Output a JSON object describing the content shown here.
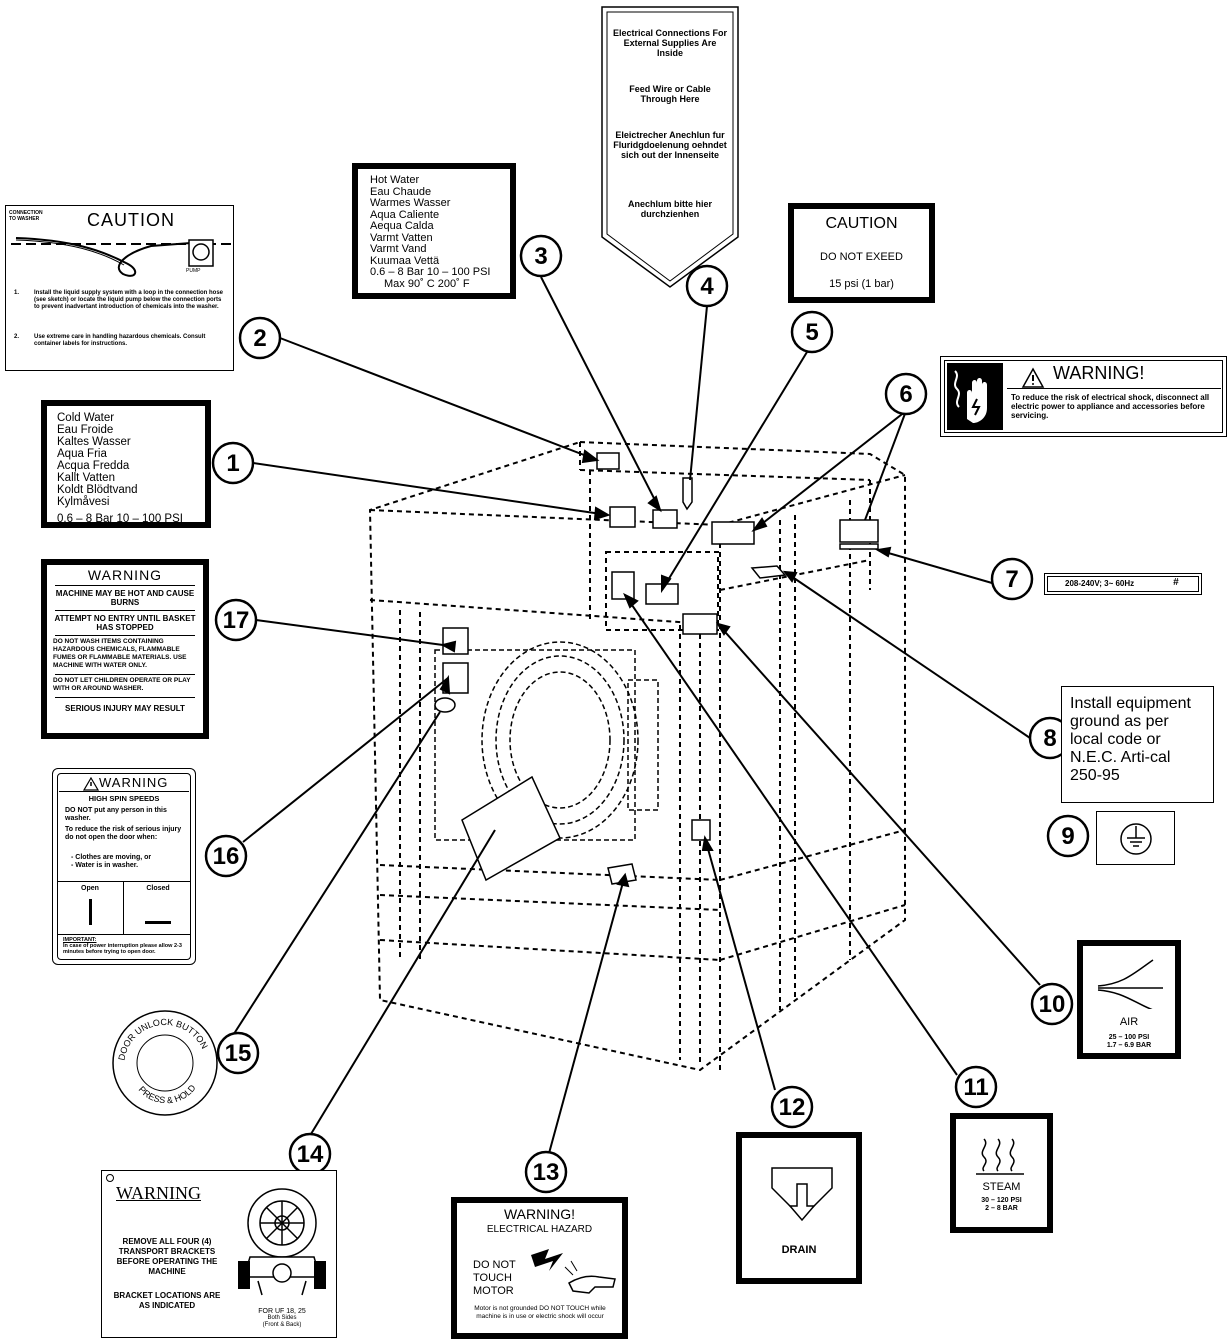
{
  "callouts": [
    "1",
    "2",
    "3",
    "4",
    "5",
    "6",
    "7",
    "8",
    "9",
    "10",
    "11",
    "12",
    "13",
    "14",
    "15",
    "16",
    "17"
  ],
  "labels": {
    "cold_water": {
      "lines": [
        "Cold Water",
        "Eau Froide",
        "Kaltes Wasser",
        "Aqua Fria",
        "Acqua Fredda",
        "Kallt Vatten",
        "Koldt Blödtvand",
        "Kylmåvesi"
      ],
      "spec": "0.6 – 8 Bar  10 – 100 PSI"
    },
    "caution_liquid": {
      "corner": "CONNECTION TO WASHER",
      "title": "CAUTION",
      "pump": "PUMP",
      "item1_num": "1.",
      "item1": "Install the liquid supply system with a loop in the connection hose (see sketch) or locate the liquid pump below the connection ports to prevent inadvertant introduction of chemicals into the washer.",
      "item2_num": "2.",
      "item2": "Use extreme care in handling hazardous chemicals. Consult container labels for instructions."
    },
    "hot_water": {
      "lines": [
        "Hot Water",
        "Eau Chaude",
        "Warmes Wasser",
        "Aqua Caliente",
        "Aequa Calda",
        "Varmt Vatten",
        "Varmt Vand",
        "Kuumaa Vettä"
      ],
      "spec1": "0.6 – 8 Bar  10 – 100 PSI",
      "spec2": "Max 90˚ C  200˚ F"
    },
    "electrical_arrow": {
      "p1": "Electrical Connections For External Supplies Are Inside",
      "p2": "Feed Wire or Cable Through Here",
      "p3": "Eleictrecher Anechlun fur Fluridgdoelenung oehndet sich out der Innenseite",
      "p4": "Anechlum bitte hier durchzienhen"
    },
    "caution_psi": {
      "title": "CAUTION",
      "line1": "DO NOT EXEED",
      "line2": "15 psi (1 bar)"
    },
    "warning_shock": {
      "title": "WARNING!",
      "text": "To reduce the risk of electrical shock, disconnect all electric power to appliance and accessories before servicing."
    },
    "voltage": {
      "text": "208-240V; 3~ 60Hz"
    },
    "ground": {
      "text": "Install equipment ground as per local code or N.E.C. Arti-cal 250-95"
    },
    "air": {
      "title": "AIR",
      "spec1": "25 – 100 PSI",
      "spec2": "1.7 – 6.9 BAR"
    },
    "steam": {
      "title": "STEAM",
      "spec1": "30 – 120 PSI",
      "spec2": "2 – 8 BAR"
    },
    "drain": {
      "title": "DRAIN"
    },
    "electrical_hazard": {
      "title": "WARNING!",
      "subtitle": "ELECTRICAL HAZARD",
      "do_not": "DO NOT",
      "touch": "TOUCH",
      "motor": "MOTOR",
      "footer": "Motor is not grounded DO NOT TOUCH while machine is in use or electric shock will occur"
    },
    "transport": {
      "title": "WARNING",
      "line1": "REMOVE ALL FOUR (4) TRANSPORT BRACKETS BEFORE OPERATING THE MACHINE",
      "line2": "BRACKET LOCATIONS ARE AS INDICATED",
      "footer1": "FOR UF 18, 25",
      "footer2": "Both Sides",
      "footer3": "(Front & Back)"
    },
    "door_unlock": {
      "top": "DOOR UNLOCK BUTTON",
      "bottom": "PRESS & HOLD"
    },
    "spin": {
      "title": "WARNING",
      "head": "HIGH SPIN SPEEDS",
      "p1": "DO NOT put any person in this washer.",
      "p2": "To reduce the risk of serious injury do not open the door when:",
      "b1": "- Clothes are moving, or",
      "b2": "- Water is in washer.",
      "open": "Open",
      "closed": "Closed",
      "important": "IMPORTANT:",
      "note": "In case of power interruption please allow 2-3 minutes before trying to open door."
    },
    "hot_warning": {
      "title": "WARNING",
      "s1": "MACHINE MAY BE HOT AND CAUSE BURNS",
      "s2": "ATTEMPT NO ENTRY UNTIL BASKET HAS STOPPED",
      "s3": "DO NOT WASH ITEMS CONTAINING HAZARDOUS CHEMICALS, FLAMMABLE FUMES OR FLAMMABLE MATERIALS. USE MACHINE WITH WATER ONLY.",
      "s4": "DO NOT LET CHILDREN OPERATE OR PLAY WITH OR AROUND WASHER.",
      "s5": "SERIOUS INJURY MAY RESULT"
    }
  }
}
